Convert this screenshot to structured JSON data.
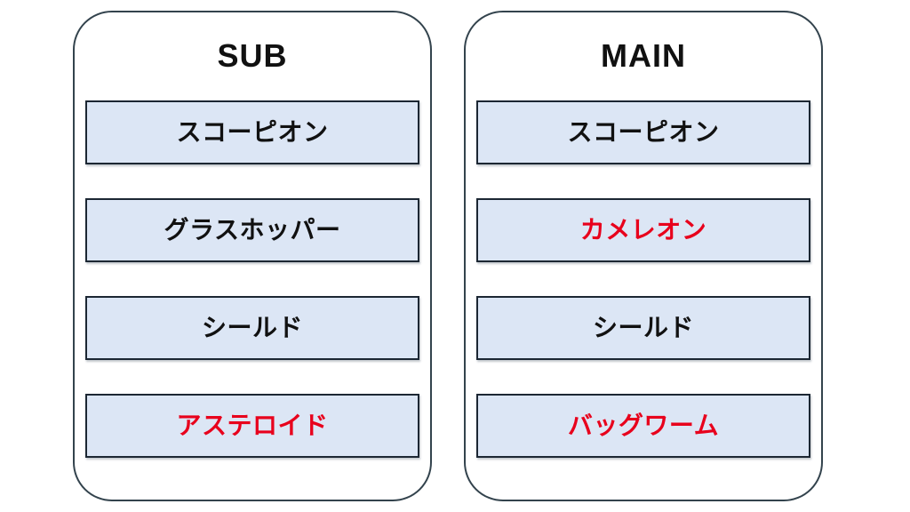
{
  "colors": {
    "background": "#ffffff",
    "panel_border": "#33434d",
    "row_fill": "#dce6f5",
    "row_border": "#1c2733",
    "text_default": "#111111",
    "text_highlight": "#e8001c"
  },
  "panels": [
    {
      "id": "sub",
      "title": "SUB",
      "rows": [
        {
          "label": "スコーピオン",
          "highlighted": false
        },
        {
          "label": "グラスホッパー",
          "highlighted": false
        },
        {
          "label": "シールド",
          "highlighted": false
        },
        {
          "label": "アステロイド",
          "highlighted": true
        }
      ]
    },
    {
      "id": "main",
      "title": "MAIN",
      "rows": [
        {
          "label": "スコーピオン",
          "highlighted": false
        },
        {
          "label": "カメレオン",
          "highlighted": true
        },
        {
          "label": "シールド",
          "highlighted": false
        },
        {
          "label": "バッグワーム",
          "highlighted": true
        }
      ]
    }
  ]
}
